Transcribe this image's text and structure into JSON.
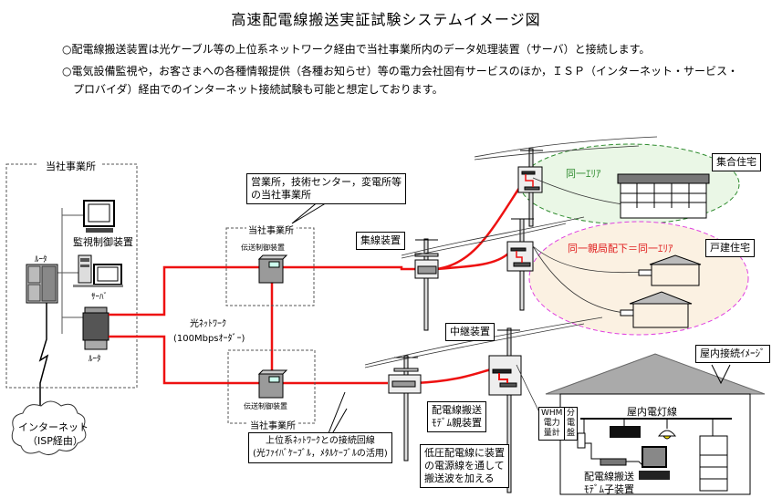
{
  "title": "高速配電線搬送実証試験システムイメージ図",
  "notes": [
    "○配電線搬送装置は光ケーブル等の上位系ネットワーク経由で当社事業所内のデータ処理装置（サーバ）と接続します。",
    "○電気設備監視や，お客さまへの各種情報提供（各種お知らせ）等の電力会社固有サービスのほか，ＩＳＰ（インターネット・サービス・",
    "　プロバイダ）経由でのインターネット接続試験も可能と想定しております。"
  ],
  "left_office": {
    "label": "当社事業所",
    "monitor_label": "監視制御装置",
    "server_label": "ｻｰﾊﾞ",
    "router_top_label": "ﾙｰﾀ",
    "router_bottom_label": "ﾙｰﾀ"
  },
  "internet": {
    "line1": "インターネット",
    "line2": "（ISP経由）"
  },
  "optical_network": {
    "line1": "光ﾈｯﾄﾜｰｸ",
    "line2": "(100Mbpsｵｰﾀﾞｰ)"
  },
  "callout_offices": {
    "line1": "営業所，技術センター，変電所等",
    "line2": "の当社事業所"
  },
  "office_top": {
    "label": "当社事業所",
    "device_label": "伝送制御装置"
  },
  "office_bottom": {
    "label": "当社事業所",
    "device_label": "伝送制御装置"
  },
  "callout_uplink": {
    "line1": "上位系ﾈｯﾄﾜｰｸとの接続回線",
    "line2": "(光ﾌｧｲﾊﾞｹｰﾌﾞﾙ，ﾒﾀﾙｹｰﾌﾞﾙの活用)"
  },
  "concentrator_label": "集線装置",
  "relay_label": "中継装置",
  "modem_parent_label": {
    "line1": "配電線搬送",
    "line2": "ﾓﾃﾞﾑ親装置"
  },
  "callout_lowvoltage": {
    "line1": "低圧配電線に装置",
    "line2": "の電源線を通して",
    "line3": "搬送波を加える"
  },
  "area_green": {
    "label": "同一ｴﾘｱ",
    "building_label": "集合住宅",
    "color": "#2e8b2e",
    "fill": "#eaf7e6"
  },
  "area_pink": {
    "label": "同一親局配下＝同一ｴﾘｱ",
    "building_label": "戸建住宅",
    "color": "#e040e0",
    "fill": "#fbf1e2",
    "label_color": "#e02020"
  },
  "indoor": {
    "callout": "屋内接続ｲﾒｰｼﾞ",
    "wiring_label": "屋内電灯線",
    "meter_label": [
      "WHM",
      "電力",
      "量計"
    ],
    "panel_label": [
      "分",
      "電",
      "盤"
    ],
    "modem_child_label": {
      "line1": "配電線搬送",
      "line2": "ﾓﾃﾞﾑ子装置"
    }
  },
  "colors": {
    "network_line": "#ee1111",
    "lamp": "#f5e000"
  }
}
